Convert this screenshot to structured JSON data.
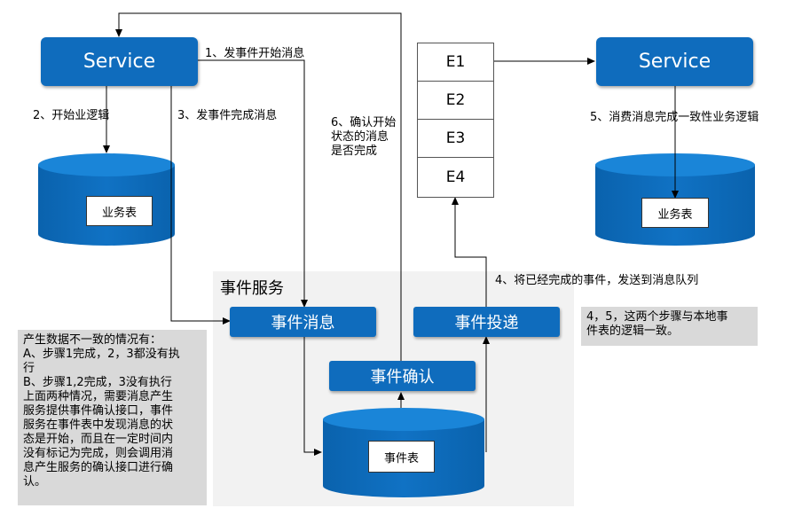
{
  "services": {
    "left": "Service",
    "right": "Service"
  },
  "tables": {
    "left": "业务表",
    "right": "业务表",
    "event": "事件表"
  },
  "event_service": {
    "title": "事件服务",
    "event_message": "事件消息",
    "event_delivery": "事件投递",
    "event_confirm": "事件确认"
  },
  "queue": [
    "E1",
    "E2",
    "E3",
    "E4"
  ],
  "steps": {
    "s1": "1、发事件开始消息",
    "s2": "2、开始业逻辑",
    "s3": "3、发事件完成消息",
    "s4": "4、将已经完成的事件，发送到消息队列",
    "s5": "5、消费消息完成一致性业务逻辑",
    "s6": "6、确认开始\n状态的消息\n是否完成"
  },
  "notes": {
    "right": "4，5，这两个步骤与本地事\n件表的逻辑一致。",
    "left": "产生数据不一致的情况有：\nA、步骤1完成，2，3都没有执\n行\nB、步骤1,2完成，3没有执行\n上面两种情况，需要消息产生\n服务提供事件确认接口，事件\n服务在事件表中发现消息的状\n态是开始，而且在一定时间内\n没有标记为完成，则会调用消\n息产生服务的确认接口进行确\n认。"
  },
  "colors": {
    "primary": "#0f6cbd",
    "region": "#f2f2f2",
    "note": "#d9d9d9"
  }
}
